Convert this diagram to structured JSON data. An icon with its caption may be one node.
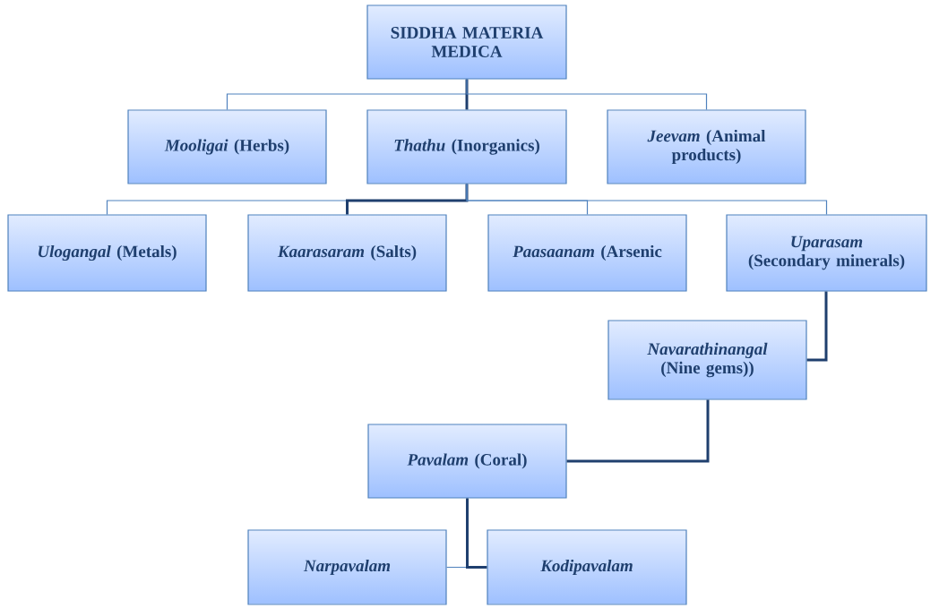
{
  "diagram": {
    "nodes": [
      {
        "text": [
          "SIDDHA MATERIA MEDICA"
        ]
      },
      {
        "text": [
          "*Mooligai* (Herbs)"
        ]
      },
      {
        "text": [
          "*Thathu* (Inorganics)"
        ]
      },
      {
        "text": [
          "*Jeevam* (Animal products)"
        ]
      },
      {
        "text": [
          "*Ulogangal* (Metals)"
        ]
      },
      {
        "text": [
          "*Kaarasaram* (Salts)"
        ]
      },
      {
        "text": [
          "*Paasaanam* (Arsenic"
        ]
      },
      {
        "text": [
          "*Uparasam* (Secondary minerals)"
        ]
      },
      {
        "text": [
          "*Navarathinangal* (Nine gems))"
        ]
      },
      {
        "text": [
          "*Pavalam* (Coral)"
        ]
      },
      {
        "text": [
          "*Narpavalam*"
        ]
      },
      {
        "text": [
          "*Kodipavalam*"
        ]
      }
    ],
    "edges": [
      {
        "from": 0,
        "to": 1,
        "arrow": "none"
      },
      {
        "from": 0,
        "to": 2,
        "arrow": "none",
        "style": "thick"
      },
      {
        "from": 0,
        "to": 3,
        "arrow": "none"
      },
      {
        "from": 2,
        "to": 4,
        "arrow": "none"
      },
      {
        "from": 2,
        "to": 5,
        "arrow": "none",
        "style": "thick"
      },
      {
        "from": 2,
        "to": 6,
        "arrow": "none"
      },
      {
        "from": 2,
        "to": 7,
        "arrow": "none"
      },
      {
        "from": 7,
        "to": 8,
        "arrow": "none",
        "style": "thick"
      },
      {
        "from": 8,
        "to": 9,
        "arrow": "none",
        "style": "thick"
      },
      {
        "from": 9,
        "to": 10,
        "arrow": "none"
      },
      {
        "from": 9,
        "to": 11,
        "arrow": "none",
        "style": "thick"
      }
    ]
  }
}
